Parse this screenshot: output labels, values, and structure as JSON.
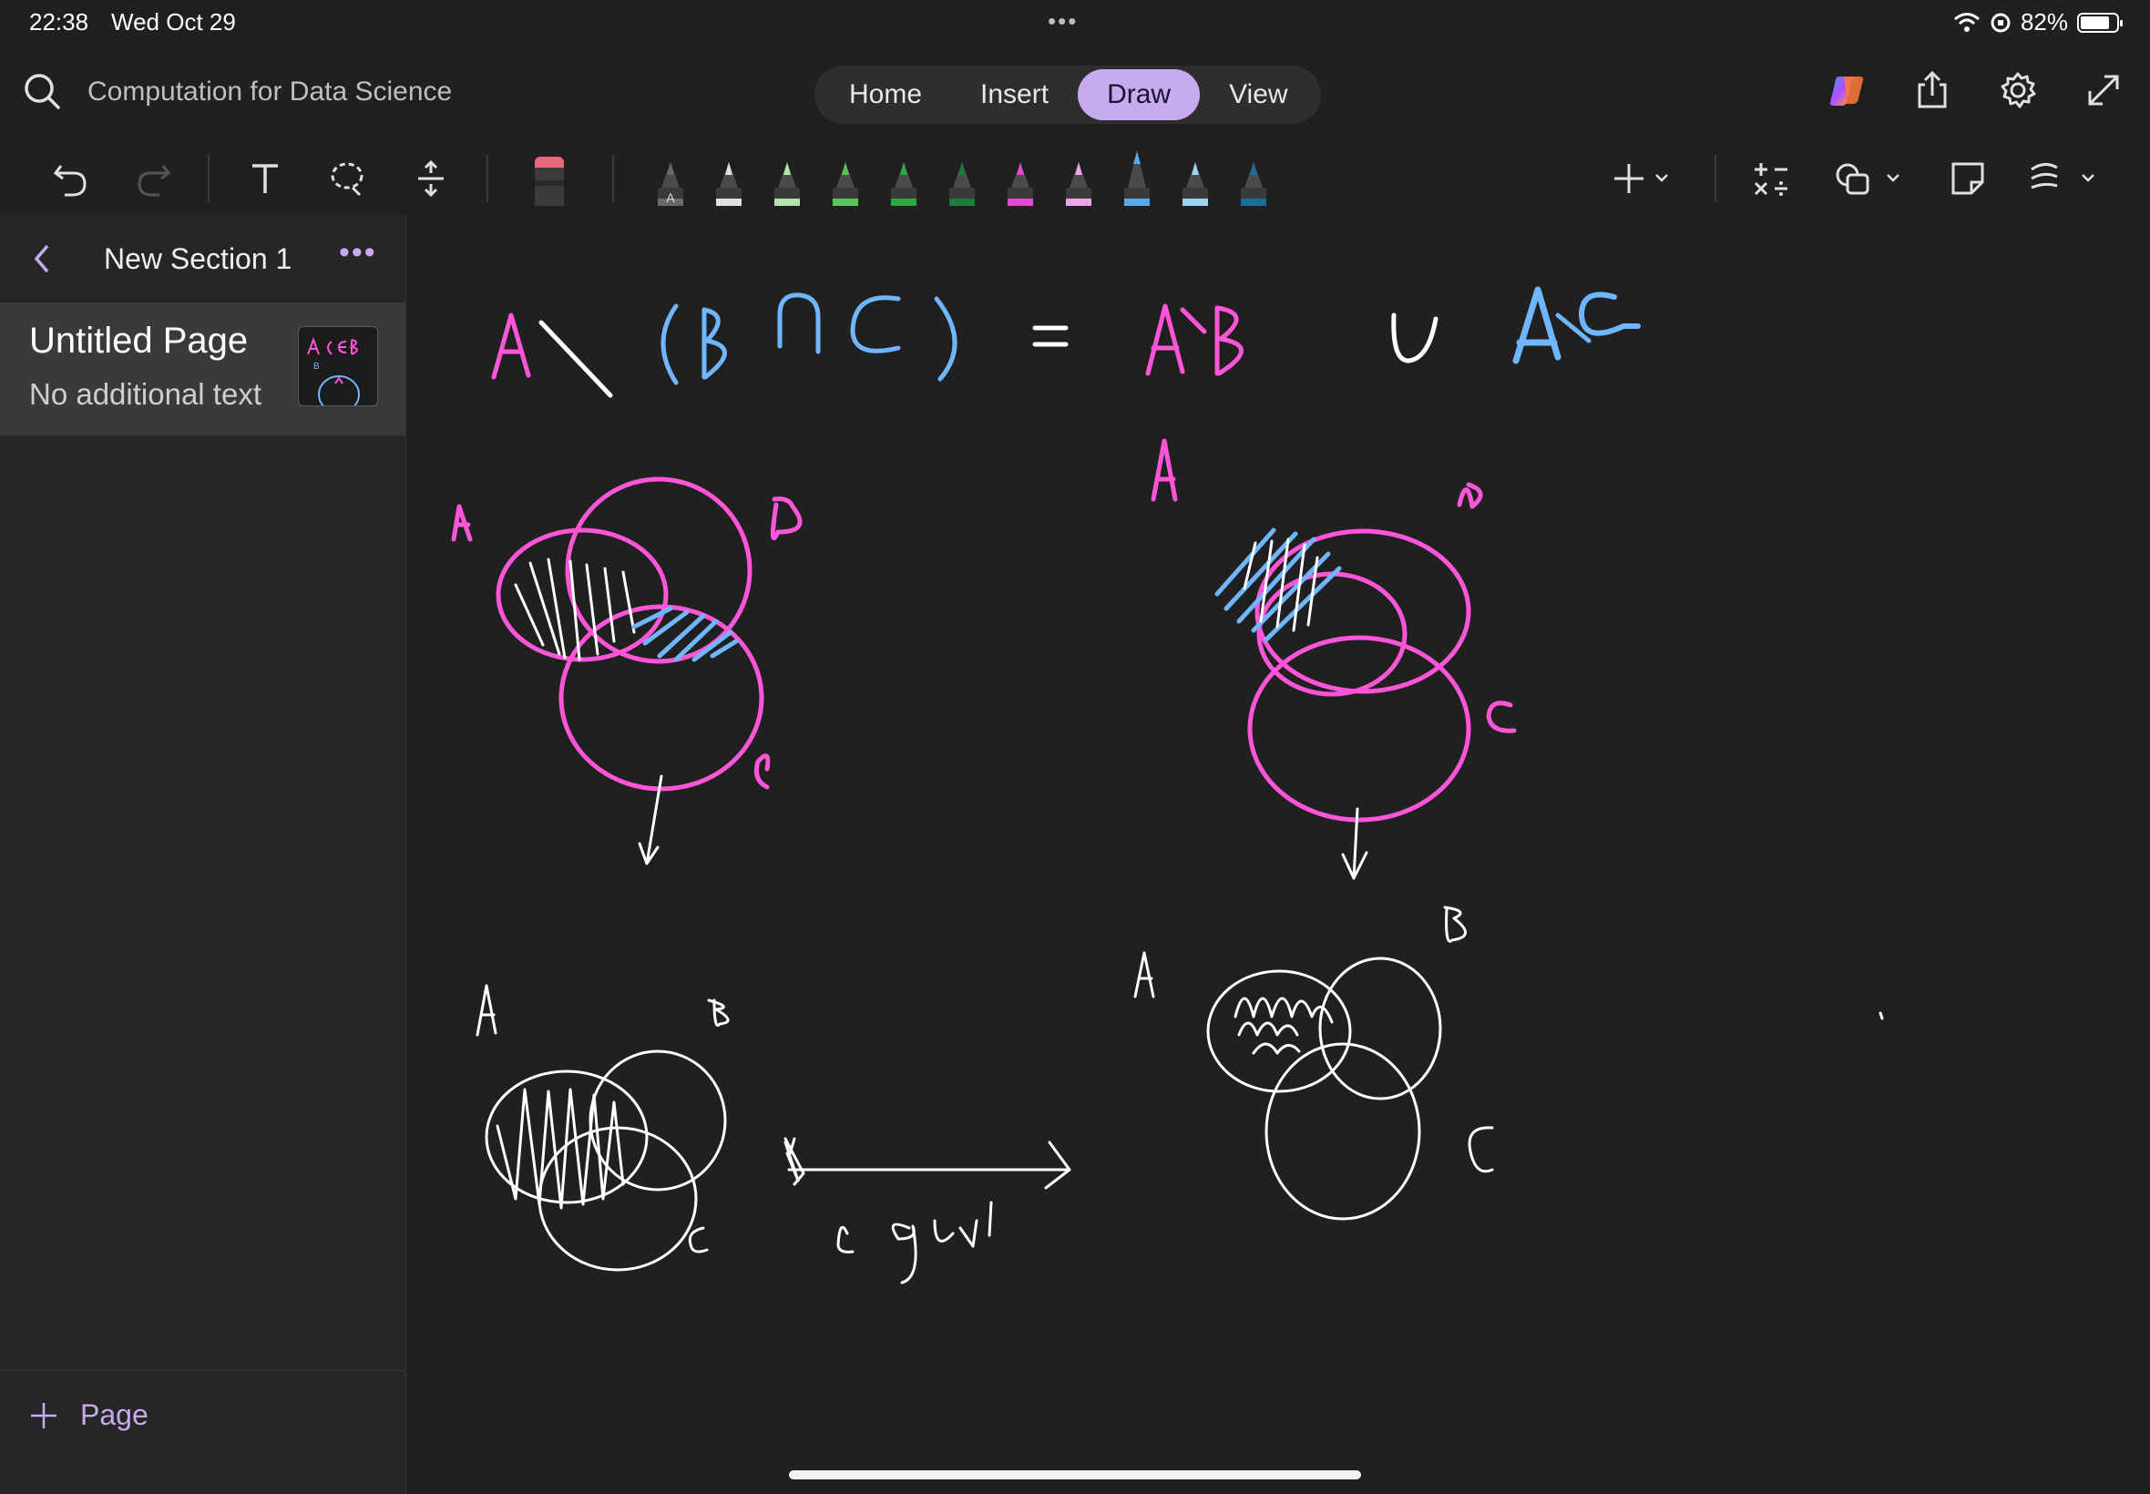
{
  "status_bar": {
    "time": "22:38",
    "date": "Wed Oct 29",
    "battery": "82%"
  },
  "notebook": {
    "title": "Computation for Data Science"
  },
  "ribbon": {
    "tabs": [
      {
        "label": "Home",
        "active": false
      },
      {
        "label": "Insert",
        "active": false
      },
      {
        "label": "Draw",
        "active": true
      },
      {
        "label": "View",
        "active": false
      }
    ]
  },
  "toolbar": {
    "pen_colors": [
      "#6a6a6a",
      "#e0e0e0",
      "#b7e3b0",
      "#59c45a",
      "#2fa84a",
      "#1f7a3e",
      "#e04ad0",
      "#e8a8e8",
      "#5aa9e8",
      "#9fd4f0",
      "#1a6f9a"
    ],
    "highlighted_pen": "#5aa9e8",
    "eraser_color": "#e86a7a"
  },
  "sidebar": {
    "section_title": "New Section 1",
    "pages": [
      {
        "title": "Untitled Page",
        "preview": "No additional text"
      }
    ],
    "add_page_label": "Page"
  },
  "ink": {
    "equation_colors": {
      "pink": "#ff55d9",
      "blue": "#6fb6ff"
    },
    "annotation": "equal"
  },
  "theme": {
    "accent": "#c7aaf0",
    "background": "#202020"
  }
}
